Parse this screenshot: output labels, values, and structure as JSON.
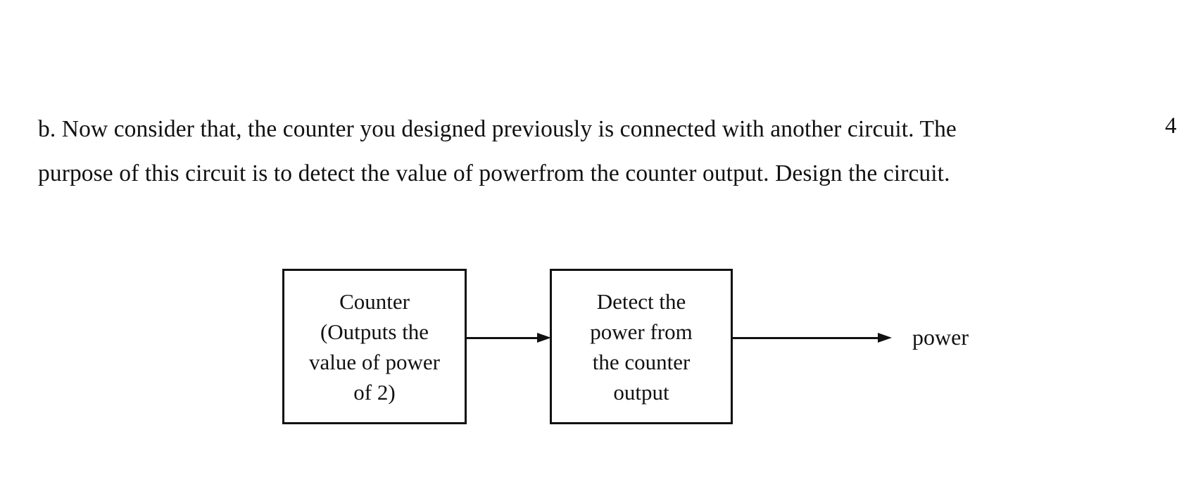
{
  "question": {
    "lines": [
      "b. Now consider that, the counter you designed previously is connected with another circuit. The",
      "purpose of this circuit is to detect the value of powerfrom the counter output. Design the circuit."
    ],
    "marks": "4"
  },
  "diagram": {
    "blocks": [
      {
        "id": "counter",
        "lines": [
          "Counter",
          "(Outputs the",
          "value of power",
          "of 2)"
        ]
      },
      {
        "id": "detect",
        "lines": [
          "Detect the",
          "power from",
          "the counter",
          "output"
        ]
      }
    ],
    "output_label": "power"
  }
}
